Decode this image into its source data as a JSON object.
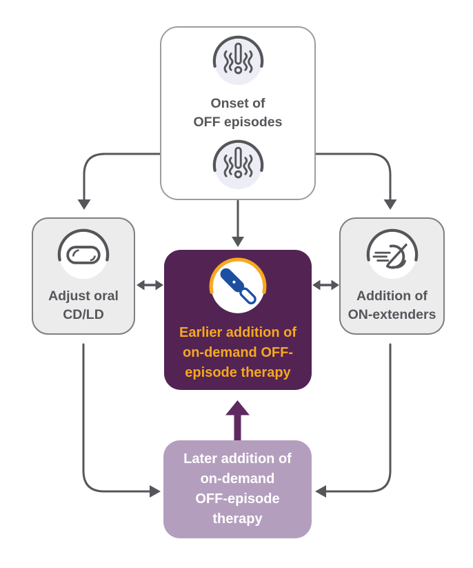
{
  "diagram": {
    "boxes": {
      "onset": {
        "lines": [
          "Onset of",
          "OFF episodes"
        ],
        "icon": "tremor-alert-icon",
        "icon_count": 2
      },
      "adjust_oral": {
        "lines": [
          "Adjust oral",
          "CD/LD"
        ],
        "icon": "capsule-icon"
      },
      "on_extenders": {
        "lines": [
          "Addition of",
          "ON-extenders"
        ],
        "icon": "fast-clock-icon"
      },
      "earlier": {
        "lines": [
          "Earlier addition of",
          "on-demand OFF-",
          "episode therapy"
        ],
        "icon": "on-demand-device-icon"
      },
      "later": {
        "lines": [
          "Later addition of",
          "on-demand",
          "OFF-episode",
          "therapy"
        ]
      }
    },
    "connections": [
      {
        "from": "onset",
        "to": "adjust_oral",
        "style": "elbow-arrow"
      },
      {
        "from": "onset",
        "to": "on_extenders",
        "style": "elbow-arrow"
      },
      {
        "from": "onset",
        "to": "earlier",
        "style": "straight-arrow"
      },
      {
        "from": "adjust_oral",
        "to": "earlier",
        "style": "double-headed-arrow"
      },
      {
        "from": "on_extenders",
        "to": "earlier",
        "style": "double-headed-arrow"
      },
      {
        "from": "adjust_oral",
        "to": "later",
        "style": "elbow-arrow"
      },
      {
        "from": "on_extenders",
        "to": "later",
        "style": "elbow-arrow"
      },
      {
        "from": "later",
        "to": "earlier",
        "style": "thick-purple-arrow"
      }
    ],
    "colors": {
      "accent_purple": "#522353",
      "arrow_purple": "#5E2A60",
      "muted_purple": "#B49EBE",
      "accent_orange": "#F6A81F",
      "device_blue": "#1D4FA1",
      "line_gray": "#54565A",
      "box_gray": "#ECECED",
      "icon_lavender": "#EDEDF6",
      "text_gray": "#55565A"
    }
  }
}
